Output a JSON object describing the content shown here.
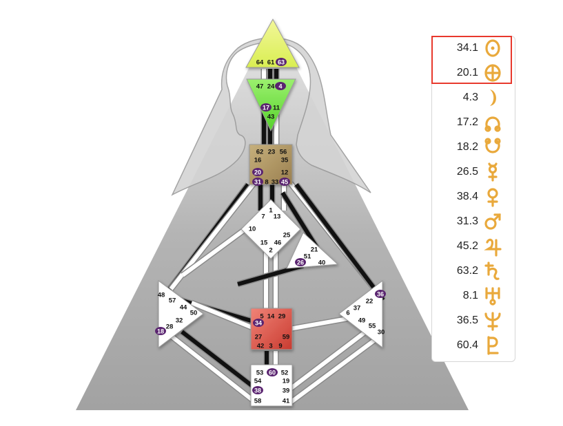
{
  "colors": {
    "head_center": "#e6f56a",
    "ajna_center": "#74df44",
    "throat_center": "#b39c6b",
    "sacral_center": "#e0574b",
    "background_triangle": "#b3b3b3",
    "silhouette": "#d0d0d0",
    "channel_white": "#ffffff",
    "channel_black": "#111111",
    "activated_gate": "#5a2470",
    "planet_gold": "#e9a93c",
    "highlight_border": "#e8382c"
  },
  "gates": {
    "head": [
      "64",
      "61",
      "63"
    ],
    "ajna": [
      "47",
      "24",
      "4",
      "17",
      "11",
      "43"
    ],
    "throat": [
      "62",
      "23",
      "56",
      "16",
      "35",
      "20",
      "12",
      "31",
      "8",
      "33",
      "45"
    ],
    "g": [
      "1",
      "7",
      "13",
      "10",
      "25",
      "15",
      "46",
      "2"
    ],
    "ego": [
      "21",
      "51",
      "26",
      "40"
    ],
    "spleen": [
      "48",
      "57",
      "44",
      "50",
      "32",
      "28",
      "18"
    ],
    "solar_plexus": [
      "36",
      "22",
      "37",
      "6",
      "49",
      "55",
      "30"
    ],
    "sacral": [
      "5",
      "14",
      "29",
      "34",
      "27",
      "59",
      "42",
      "3",
      "9"
    ],
    "root": [
      "53",
      "60",
      "52",
      "54",
      "19",
      "38",
      "39",
      "58",
      "41"
    ]
  },
  "activations": [
    {
      "value": "34.1",
      "icon": "sun-icon"
    },
    {
      "value": "20.1",
      "icon": "earth-icon"
    },
    {
      "value": "4.3",
      "icon": "moon-icon"
    },
    {
      "value": "17.2",
      "icon": "north-node-icon"
    },
    {
      "value": "18.2",
      "icon": "south-node-icon"
    },
    {
      "value": "26.5",
      "icon": "mercury-icon"
    },
    {
      "value": "38.4",
      "icon": "venus-icon"
    },
    {
      "value": "31.3",
      "icon": "mars-icon"
    },
    {
      "value": "45.2",
      "icon": "jupiter-icon"
    },
    {
      "value": "63.2",
      "icon": "saturn-icon"
    },
    {
      "value": "8.1",
      "icon": "uranus-icon"
    },
    {
      "value": "36.5",
      "icon": "neptune-icon"
    },
    {
      "value": "60.4",
      "icon": "pluto-icon"
    }
  ]
}
